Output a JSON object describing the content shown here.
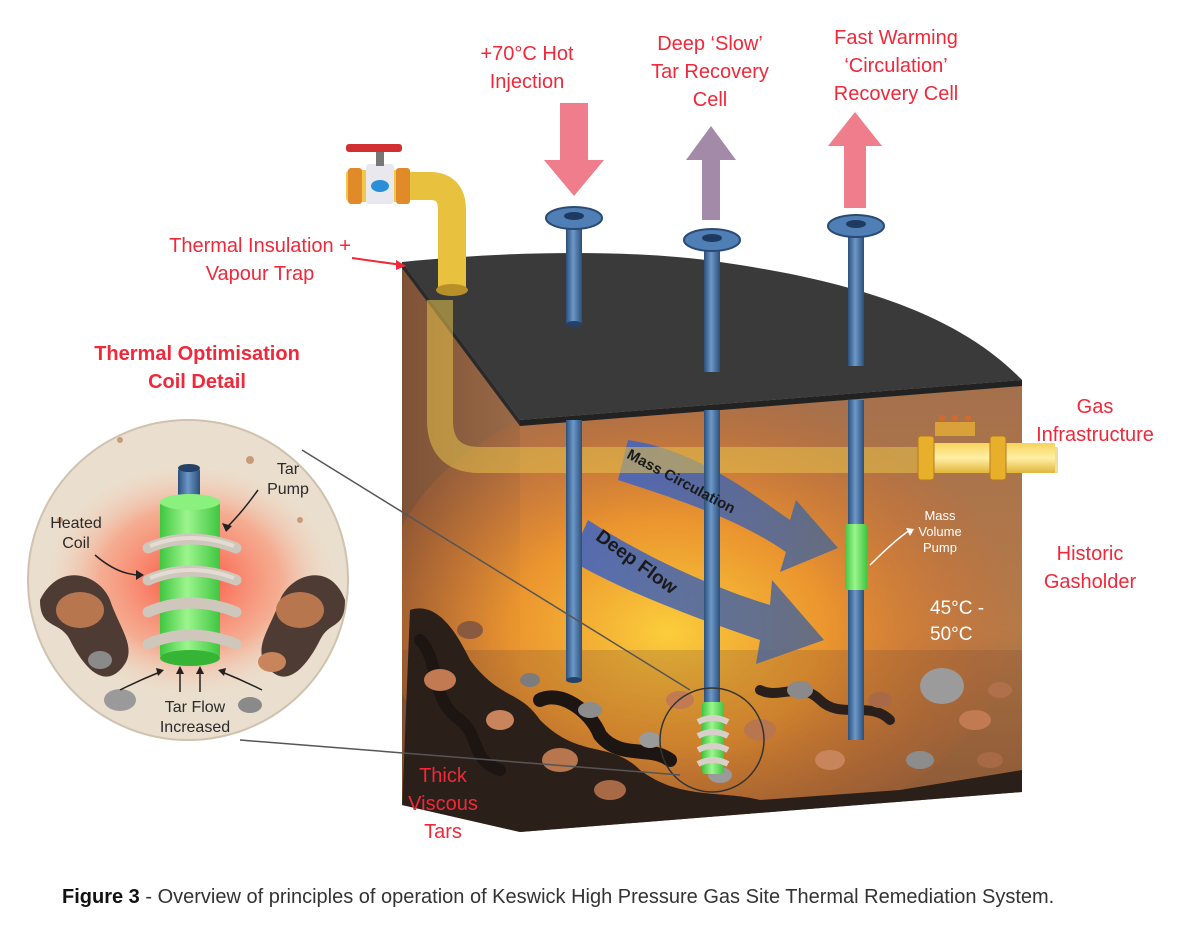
{
  "labels": {
    "hot_injection": [
      "+70°C Hot",
      "Injection"
    ],
    "slow_recovery": [
      "Deep ‘Slow’",
      "Tar Recovery",
      "Cell"
    ],
    "fast_recovery": [
      "Fast Warming",
      "‘Circulation’",
      "Recovery Cell"
    ],
    "insulation": [
      "Thermal Insulation +",
      "Vapour Trap"
    ],
    "gas_infrastructure": [
      "Gas",
      "Infrastructure"
    ],
    "historic_gasholder": [
      "Historic",
      "Gasholder"
    ],
    "thick_tars": [
      "Thick",
      "Viscous",
      "Tars"
    ],
    "coil_title": [
      "Thermal Optimisation",
      "Coil Detail"
    ],
    "tar_pump": [
      "Tar",
      "Pump"
    ],
    "heated_coil": [
      "Heated",
      "Coil"
    ],
    "tar_flow": [
      "Tar Flow",
      "Increased"
    ],
    "mass_pump": [
      "Mass",
      "Volume",
      "Pump"
    ],
    "temperature": [
      "45°C -",
      "50°C"
    ],
    "mass_circulation": "Mass Circulation",
    "deep_flow": "Deep Flow"
  },
  "caption": {
    "figure": "Figure 3",
    "text": " - Overview of principles of operation of Keswick High Pressure Gas Site Thermal Remediation System."
  },
  "colors": {
    "label_red": "#f0283a",
    "pipe_blue": "#3f6b9e",
    "lid": "#3a3a3a",
    "soil": "#a8754f",
    "hot_arrow": "#ef7d8c",
    "slow_arrow": "#a38aa8",
    "coil_green": "#6ee86a"
  }
}
